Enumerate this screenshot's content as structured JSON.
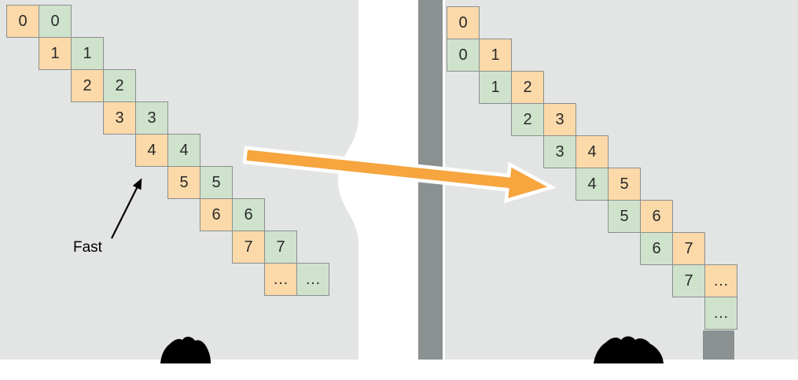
{
  "figure": {
    "fast_label": "Fast"
  },
  "colors": {
    "panel_bg": "#e3e5e4",
    "bar_gray": "#8b9091",
    "cell_orange": "#fbd9a9",
    "cell_green": "#cfe3cc",
    "cell_border": "#8a8f8f",
    "cell_text": "#2a2a2a",
    "arrow_orange": "#f6a53f",
    "arrow_outline": "#ffffff"
  },
  "left_panel": {
    "cells": [
      {
        "row": 0,
        "col": 0,
        "color": "orange",
        "label": "0"
      },
      {
        "row": 0,
        "col": 1,
        "color": "green",
        "label": "0"
      },
      {
        "row": 1,
        "col": 1,
        "color": "orange",
        "label": "1"
      },
      {
        "row": 1,
        "col": 2,
        "color": "green",
        "label": "1"
      },
      {
        "row": 2,
        "col": 2,
        "color": "orange",
        "label": "2"
      },
      {
        "row": 2,
        "col": 3,
        "color": "green",
        "label": "2"
      },
      {
        "row": 3,
        "col": 3,
        "color": "orange",
        "label": "3"
      },
      {
        "row": 3,
        "col": 4,
        "color": "green",
        "label": "3"
      },
      {
        "row": 4,
        "col": 4,
        "color": "orange",
        "label": "4"
      },
      {
        "row": 4,
        "col": 5,
        "color": "green",
        "label": "4"
      },
      {
        "row": 5,
        "col": 5,
        "color": "orange",
        "label": "5"
      },
      {
        "row": 5,
        "col": 6,
        "color": "green",
        "label": "5"
      },
      {
        "row": 6,
        "col": 6,
        "color": "orange",
        "label": "6"
      },
      {
        "row": 6,
        "col": 7,
        "color": "green",
        "label": "6"
      },
      {
        "row": 7,
        "col": 7,
        "color": "orange",
        "label": "7"
      },
      {
        "row": 7,
        "col": 8,
        "color": "green",
        "label": "7"
      },
      {
        "row": 8,
        "col": 8,
        "color": "orange",
        "label": "…"
      },
      {
        "row": 8,
        "col": 9,
        "color": "green",
        "label": "…"
      }
    ]
  },
  "right_panel": {
    "cells": [
      {
        "row": 0,
        "col": 0,
        "color": "orange",
        "label": "0"
      },
      {
        "row": 1,
        "col": 0,
        "color": "green",
        "label": "0"
      },
      {
        "row": 1,
        "col": 1,
        "color": "orange",
        "label": "1"
      },
      {
        "row": 2,
        "col": 1,
        "color": "green",
        "label": "1"
      },
      {
        "row": 2,
        "col": 2,
        "color": "orange",
        "label": "2"
      },
      {
        "row": 3,
        "col": 2,
        "color": "green",
        "label": "2"
      },
      {
        "row": 3,
        "col": 3,
        "color": "orange",
        "label": "3"
      },
      {
        "row": 4,
        "col": 3,
        "color": "green",
        "label": "3"
      },
      {
        "row": 4,
        "col": 4,
        "color": "orange",
        "label": "4"
      },
      {
        "row": 5,
        "col": 4,
        "color": "green",
        "label": "4"
      },
      {
        "row": 5,
        "col": 5,
        "color": "orange",
        "label": "5"
      },
      {
        "row": 6,
        "col": 5,
        "color": "green",
        "label": "5"
      },
      {
        "row": 6,
        "col": 6,
        "color": "orange",
        "label": "6"
      },
      {
        "row": 7,
        "col": 6,
        "color": "green",
        "label": "6"
      },
      {
        "row": 7,
        "col": 7,
        "color": "orange",
        "label": "7"
      },
      {
        "row": 8,
        "col": 7,
        "color": "green",
        "label": "7"
      },
      {
        "row": 8,
        "col": 8,
        "color": "orange",
        "label": "…"
      },
      {
        "row": 9,
        "col": 8,
        "color": "green",
        "label": "…"
      }
    ]
  }
}
